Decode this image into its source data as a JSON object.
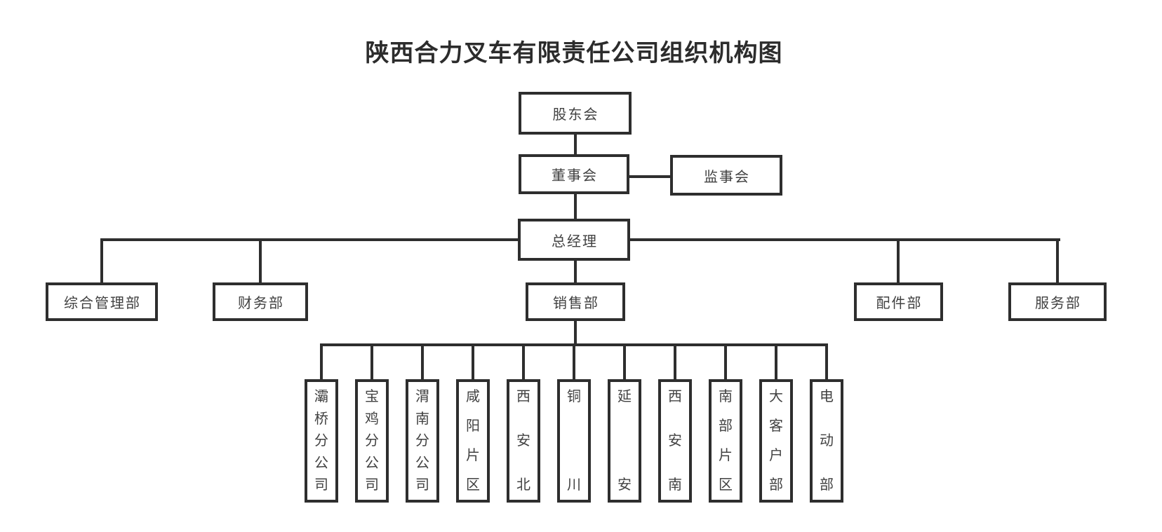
{
  "title": "陕西合力叉车有限责任公司组织机构图",
  "colors": {
    "line": "#2e2e2e",
    "text": "#414141",
    "title": "#2c2c2c",
    "background": "#ffffff"
  },
  "org": {
    "shareholders": {
      "label": "股东会"
    },
    "board": {
      "label": "董事会"
    },
    "supervisors": {
      "label": "监事会"
    },
    "general_manager": {
      "label": "总经理"
    },
    "departments": [
      {
        "id": "general-admin",
        "label": "综合管理部"
      },
      {
        "id": "finance",
        "label": "财务部"
      },
      {
        "id": "sales",
        "label": "销售部"
      },
      {
        "id": "parts",
        "label": "配件部"
      },
      {
        "id": "service",
        "label": "服务部"
      }
    ],
    "sales_branches": [
      {
        "label": "灞桥分公司"
      },
      {
        "label": "宝鸡分公司"
      },
      {
        "label": "渭南分公司"
      },
      {
        "label": "咸阳片区"
      },
      {
        "label": "西安北"
      },
      {
        "label": "铜川"
      },
      {
        "label": "延安"
      },
      {
        "label": "西安南"
      },
      {
        "label": "南部片区"
      },
      {
        "label": "大客户部"
      },
      {
        "label": "电动部"
      }
    ]
  }
}
